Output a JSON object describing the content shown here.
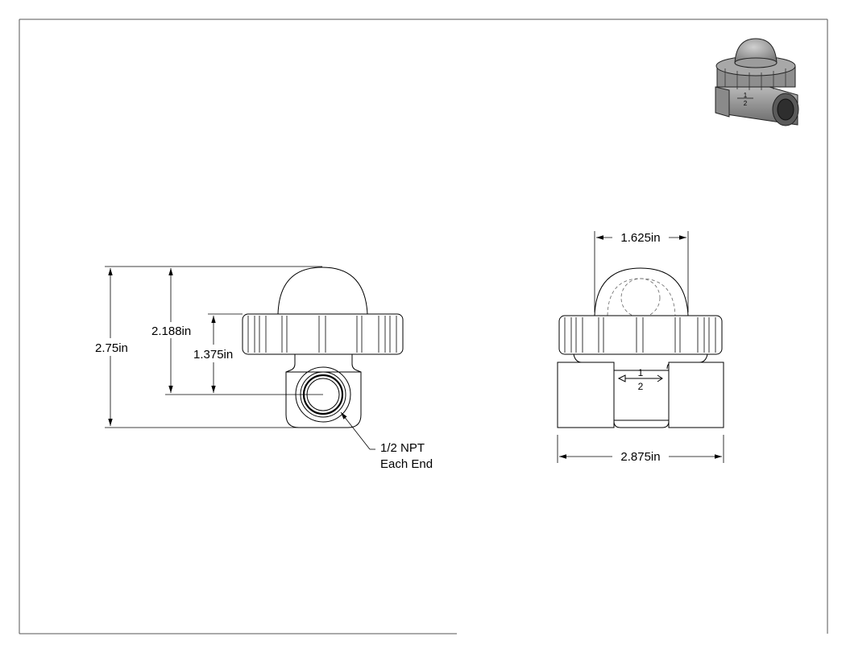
{
  "dimensions": {
    "overall_height": "2.75in",
    "center_to_top": "2.188in",
    "center_to_nut": "1.375in",
    "cap_diameter": "1.625in",
    "overall_length": "2.875in"
  },
  "callout": {
    "line1": "1/2 NPT",
    "line2": "Each End"
  },
  "flow_arrow": {
    "top": "1",
    "bottom": "2"
  },
  "iso_arrow": {
    "top": "1",
    "bottom": "2"
  }
}
